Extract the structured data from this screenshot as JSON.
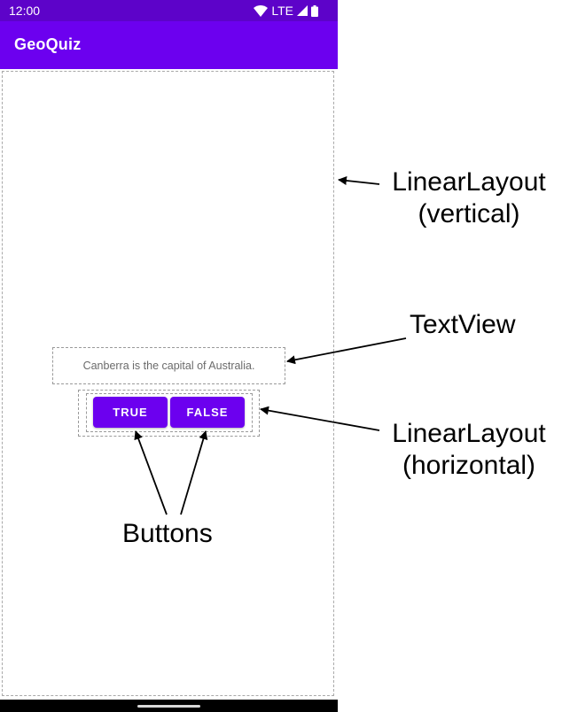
{
  "status_bar": {
    "time": "12:00",
    "network": "LTE",
    "icons": [
      "wifi-icon",
      "signal-icon",
      "battery-icon"
    ]
  },
  "app_bar": {
    "title": "GeoQuiz"
  },
  "question": {
    "text": "Canberra is the capital of Australia."
  },
  "buttons": {
    "true_label": "TRUE",
    "false_label": "FALSE"
  },
  "annotations": {
    "vertical_line1": "LinearLayout",
    "vertical_line2": "(vertical)",
    "textview": "TextView",
    "horizontal_line1": "LinearLayout",
    "horizontal_line2": "(horizontal)",
    "buttons": "Buttons"
  },
  "colors": {
    "status_bar": "#5d03c9",
    "app_bar": "#6c00ef",
    "button": "#6c00ef",
    "nav_bar": "#000000"
  }
}
